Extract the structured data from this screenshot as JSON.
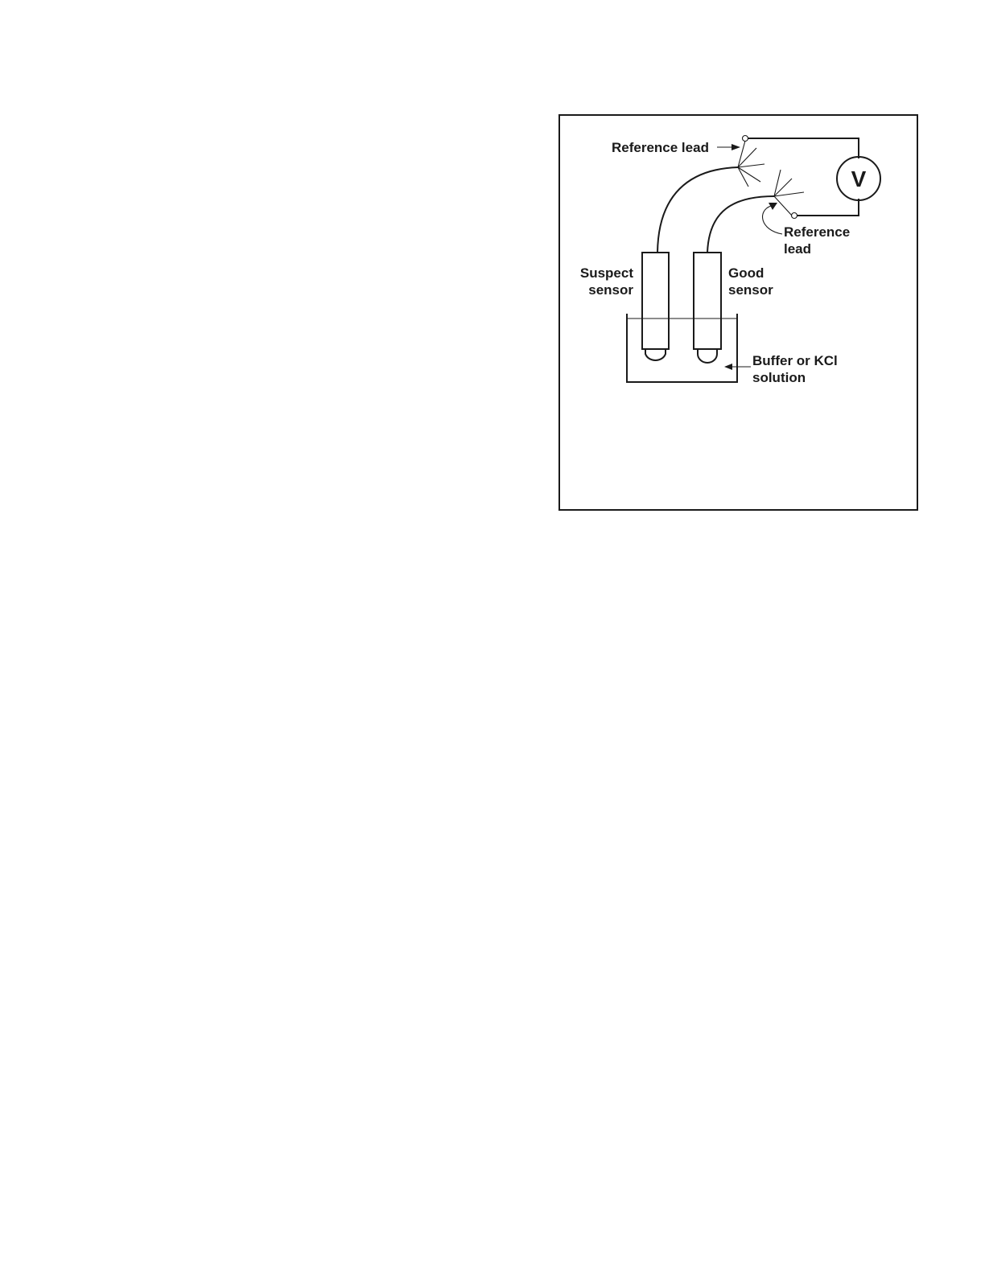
{
  "figure": {
    "labels": {
      "reference_lead_top": "Reference lead",
      "reference_lead_right_line1": "Reference",
      "reference_lead_right_line2": "lead",
      "suspect_sensor_line1": "Suspect",
      "suspect_sensor_line2": "sensor",
      "good_sensor_line1": "Good",
      "good_sensor_line2": "sensor",
      "solution_line1": "Buffer or KCl",
      "solution_line2": "solution"
    },
    "voltmeter_symbol": "V",
    "colors": {
      "ink": "#1a1a1a",
      "background": "#ffffff"
    }
  }
}
